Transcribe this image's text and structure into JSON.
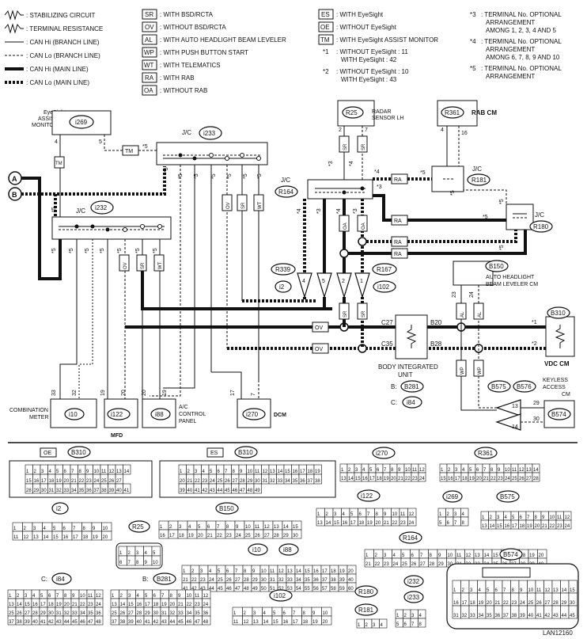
{
  "legend": {
    "col1": [
      {
        "symbol": "zigzag",
        "text": ": STABILIZING CIRCUIT"
      },
      {
        "symbol": "zigzag-arrow",
        "text": ": TERMINAL RESISTANCE"
      },
      {
        "symbol": "thin",
        "text": ": CAN Hi (BRANCH LINE)"
      },
      {
        "symbol": "thin-dash",
        "text": ": CAN Lo (BRANCH LINE)"
      },
      {
        "symbol": "thick",
        "text": ": CAN Hi (MAIN LINE)"
      },
      {
        "symbol": "thick-dash",
        "text": ": CAN Lo (MAIN LINE)"
      }
    ],
    "col2": [
      {
        "code": "SR",
        "text": ": WITH BSD/RCTA"
      },
      {
        "code": "OV",
        "text": ": WITHOUT BSD/RCTA"
      },
      {
        "code": "AL",
        "text": ": WITH AUTO HEADLIGHT BEAM LEVELER"
      },
      {
        "code": "WP",
        "text": ": WITH PUSH BUTTON START"
      },
      {
        "code": "WT",
        "text": ": WITH TELEMATICS"
      },
      {
        "code": "RA",
        "text": ": WITH RAB"
      },
      {
        "code": "OA",
        "text": ": WITHOUT RAB"
      }
    ],
    "col3": [
      {
        "code": "ES",
        "text": ": WITH EyeSight"
      },
      {
        "code": "OE",
        "text": ": WITHOUT EyeSight"
      },
      {
        "code": "TM",
        "text": ": WITH EyeSight ASSIST MONITOR"
      }
    ],
    "col3_star": [
      {
        "mark": "*1",
        "lines": [
          ": WITHOUT EyeSight : 11",
          "WITH EyeSight : 42"
        ]
      },
      {
        "mark": "*2",
        "lines": [
          ": WITHOUT EyeSight : 10",
          "WITH EyeSight : 43"
        ]
      }
    ],
    "col4_star": [
      {
        "mark": "*3",
        "lines": [
          ": TERMINAL No. OPTIONAL",
          "ARRANGEMENT",
          "AMONG 1, 2, 3, 4 AND 5"
        ]
      },
      {
        "mark": "*4",
        "lines": [
          ": TERMINAL No. OPTIONAL",
          "ARRANGEMENT",
          "AMONG 6, 7, 8, 9 AND 10"
        ]
      },
      {
        "mark": "*5",
        "lines": [
          ": TERMINAL No. OPTIONAL",
          "ARRANGEMENT"
        ]
      }
    ]
  },
  "components": {
    "eyesight_monitor": {
      "lines": [
        "EyeSight",
        "ASSIST",
        "MONITOR"
      ],
      "conn": "i269"
    },
    "jc_i233": {
      "label": "J/C",
      "conn": "i233"
    },
    "jc_i232": {
      "label": "J/C",
      "conn": "i232"
    },
    "radar": {
      "conn": "R25",
      "lines": [
        "RADAR",
        "SENSOR LH"
      ]
    },
    "rab": {
      "conn": "R361",
      "label": "RAB CM"
    },
    "jc_r181": {
      "label": "J/C",
      "conn": "R181"
    },
    "jc_r164": {
      "label": "J/C",
      "conn": "R164"
    },
    "jc_r180": {
      "label": "J/C",
      "conn": "R180"
    },
    "r339": "R339",
    "i2": "i2",
    "r167": "R167",
    "i102": "i102",
    "headlight": {
      "conn": "B150",
      "lines": [
        "AUTO HEADLIGHT",
        "BEAM LEVELER CM"
      ]
    },
    "vdc": {
      "conn": "B310",
      "label": "VDC CM"
    },
    "biu": {
      "lines": [
        "BODY INTEGRATED",
        "UNIT"
      ],
      "b": "B:",
      "b_conn": "B281",
      "c": "C:",
      "c_conn": "i84"
    },
    "keyless": {
      "lines": [
        "KEYLESS",
        "ACCESS",
        "CM"
      ],
      "c1": "B575",
      "c2": "B576",
      "c3": "B574"
    },
    "meter": {
      "lines": [
        "COMBINATION",
        "METER"
      ],
      "conn": "i10"
    },
    "mfd": {
      "label": "MFD",
      "conn": "i122"
    },
    "ac": {
      "lines": [
        "A/C",
        "CONTROL",
        "PANEL"
      ],
      "conn": "i88"
    },
    "dcm": {
      "label": "DCM",
      "conn": "i270"
    }
  },
  "wire_codes": [
    "TM",
    "OV",
    "SR",
    "WT",
    "RA",
    "OA",
    "AL",
    "WP"
  ],
  "connectors_section": {
    "oe_b310": {
      "tag": "OE",
      "conn": "B310"
    },
    "es_b310": {
      "tag": "ES",
      "conn": "B310"
    },
    "i270": "i270",
    "r361": "R361",
    "i122": "i122",
    "i269": "i269",
    "b575": "B575",
    "i2": "i2",
    "r25": "R25",
    "b150": "B150",
    "i10": "i10",
    "i88": "i88",
    "r164": "R164",
    "b574": "B574",
    "i84": {
      "tag": "C:",
      "conn": "i84"
    },
    "b281": {
      "tag": "B:",
      "conn": "B281"
    },
    "i102": "i102",
    "r180": "R180",
    "r181": "R181",
    "i232": "i232",
    "i233": "i233"
  },
  "figure_id": "LAN12160"
}
